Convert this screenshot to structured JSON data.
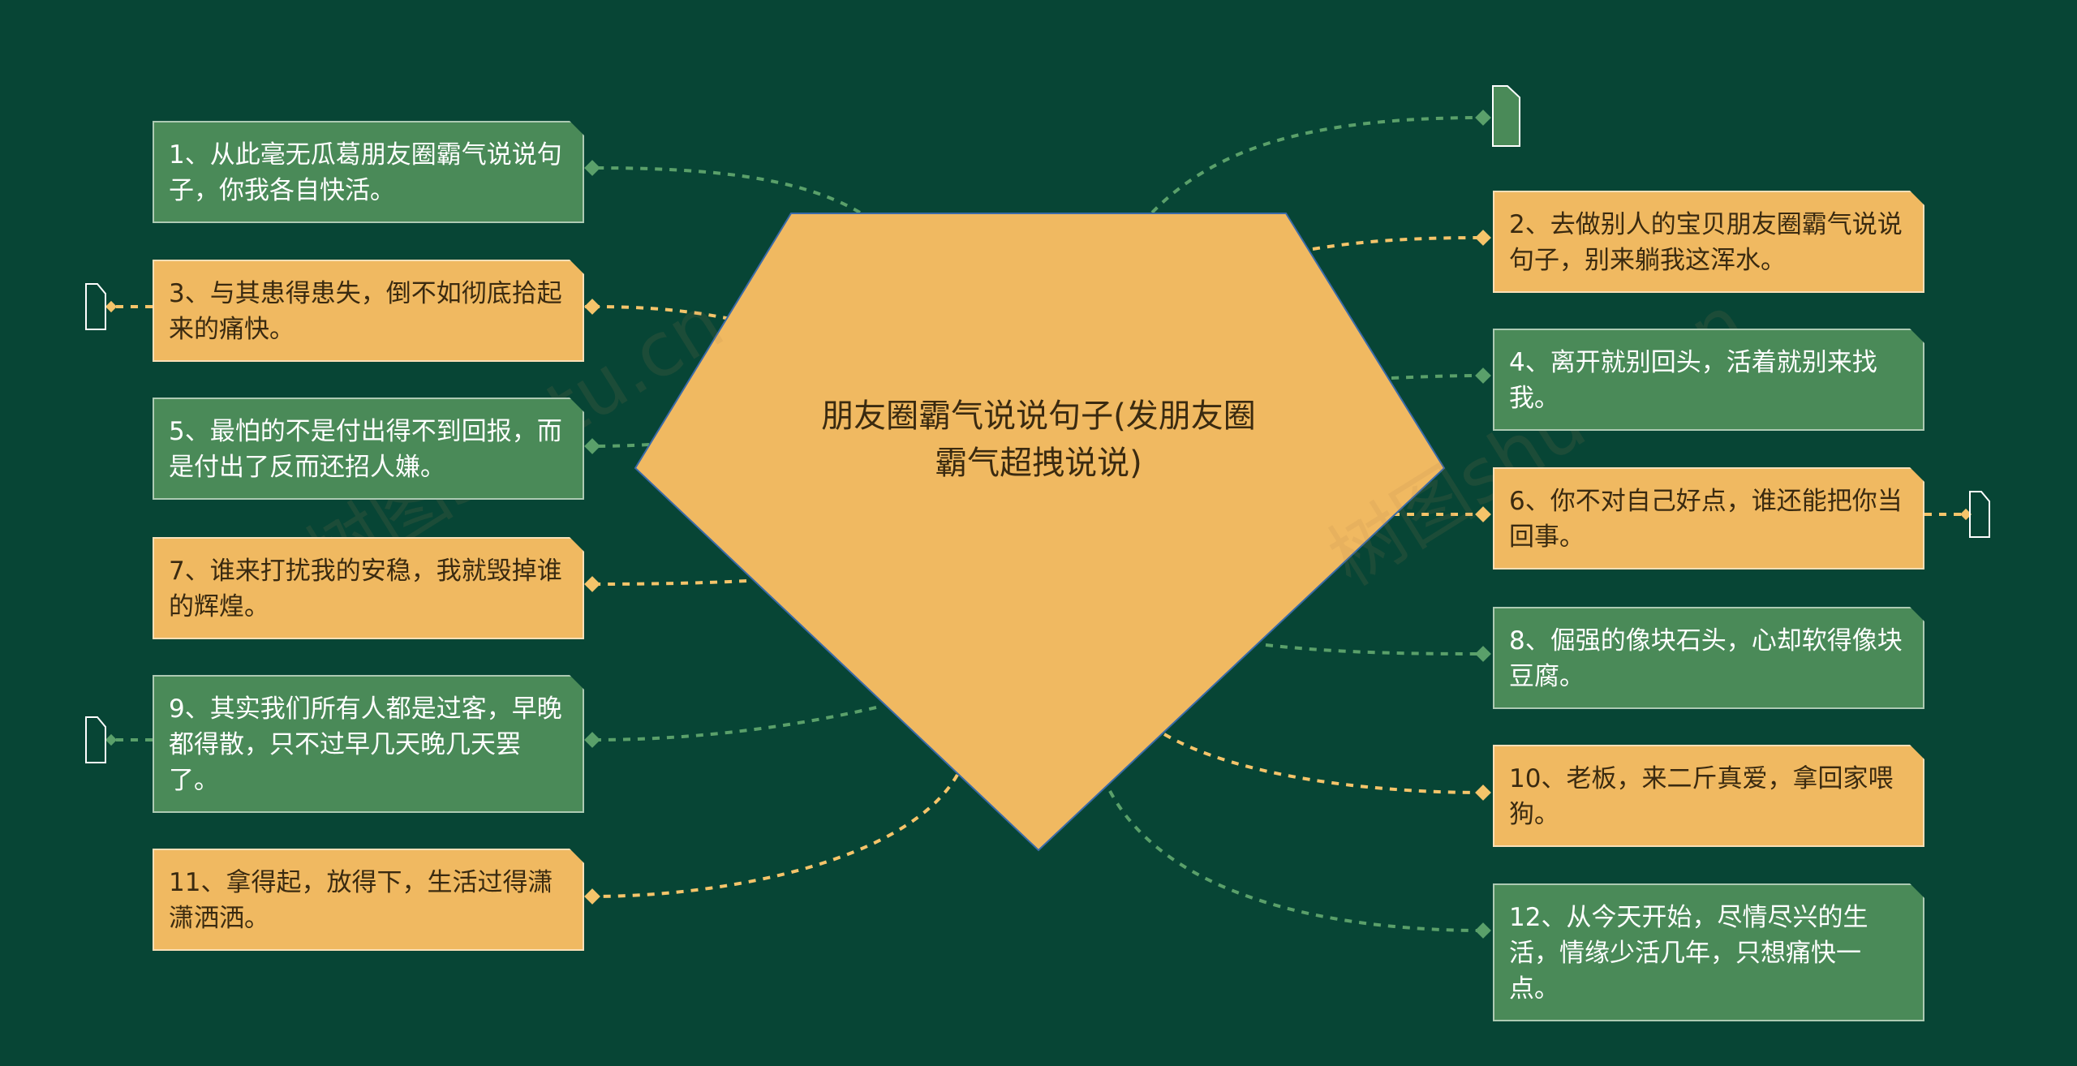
{
  "center": {
    "title": "朋友圈霸气说说句子(发朋友圈霸气超拽说说)"
  },
  "colors": {
    "background": "#074535",
    "orange": "#f0b961",
    "green": "#4a8a58",
    "dash_orange": "#f5c46a",
    "dash_green": "#5aa06a"
  },
  "nodes": [
    {
      "id": 1,
      "text": "1、从此毫无瓜葛朋友圈霸气说说句子，你我各自快活。",
      "color": "green"
    },
    {
      "id": 2,
      "text": "2、去做别人的宝贝朋友圈霸气说说句子，别来躺我这浑水。",
      "color": "orange"
    },
    {
      "id": 3,
      "text": "3、与其患得患失，倒不如彻底拾起来的痛快。",
      "color": "orange"
    },
    {
      "id": 4,
      "text": "4、离开就别回头，活着就别来找我。",
      "color": "green"
    },
    {
      "id": 5,
      "text": "5、最怕的不是付出得不到回报，而是付出了反而还招人嫌。",
      "color": "green"
    },
    {
      "id": 6,
      "text": "6、你不对自己好点，谁还能把你当回事。",
      "color": "orange"
    },
    {
      "id": 7,
      "text": "7、谁来打扰我的安稳，我就毁掉谁的辉煌。",
      "color": "orange"
    },
    {
      "id": 8,
      "text": "8、倔强的像块石头，心却软得像块豆腐。",
      "color": "green"
    },
    {
      "id": 9,
      "text": "9、其实我们所有人都是过客，早晚都得散，只不过早几天晚几天罢了。",
      "color": "green"
    },
    {
      "id": 10,
      "text": "10、老板，来二斤真爱，拿回家喂狗。",
      "color": "orange"
    },
    {
      "id": 11,
      "text": "11、拿得起，放得下，生活过得潇潇洒洒。",
      "color": "orange"
    },
    {
      "id": 12,
      "text": "12、从今天开始，尽情尽兴的生活，情缘少活几年，只想痛快一点。",
      "color": "green"
    }
  ],
  "icons": [
    "note-icon",
    "note-icon",
    "note-icon",
    "note-icon"
  ],
  "watermark": [
    "树图shutu.cn",
    "树图shutu.cn"
  ]
}
